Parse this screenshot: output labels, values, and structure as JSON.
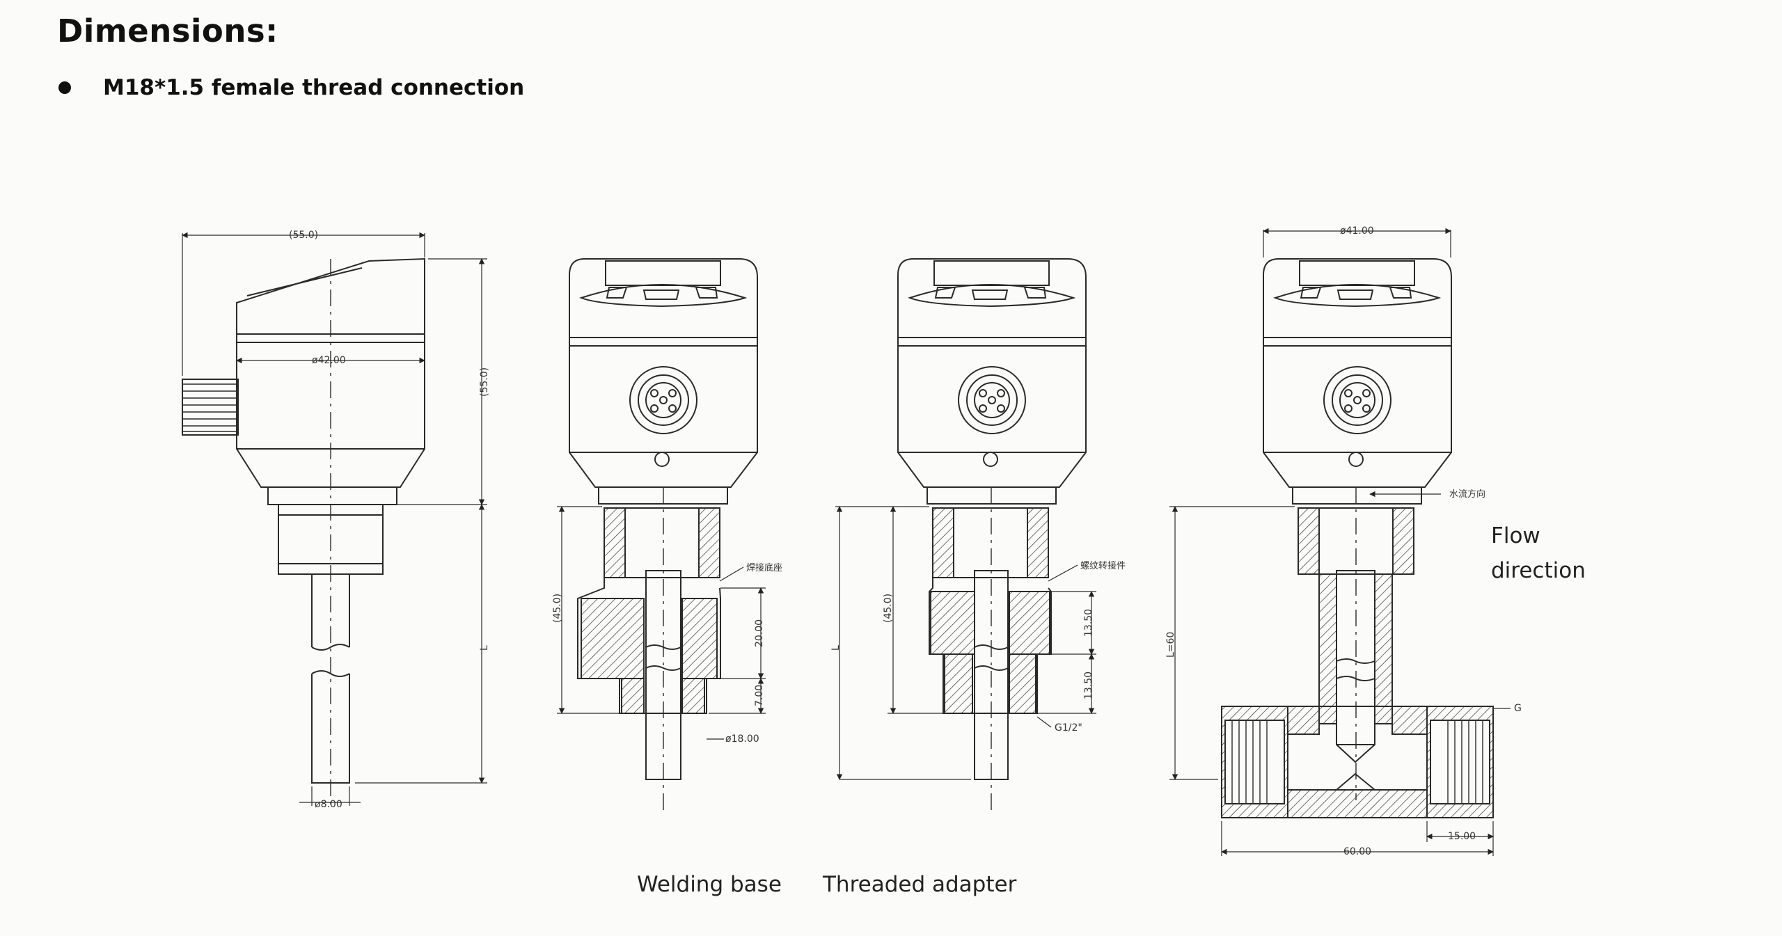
{
  "title": "Dimensions:",
  "bullet": "M18*1.5 female thread connection",
  "dims": {
    "w55": "(55.0)",
    "d42": "ø42.00",
    "h55": "(55.0)",
    "L1": "L",
    "d8": "ø8.00",
    "h45a": "(45.0)",
    "d20": "20.00",
    "d7": "7.00",
    "d18": "ø18.00",
    "weld_cn": "焊接底座",
    "h45b": "(45.0)",
    "L2": "L",
    "d13a": "13.50",
    "d13b": "13.50",
    "g12": "G1/2\"",
    "thread_cn": "螺纹转接件",
    "d41": "ø41.00",
    "flow_cn": "水流方向",
    "L60": "L=60",
    "G": "G",
    "d60": "60.00",
    "d15": "15.00"
  },
  "labels": {
    "flow1": "Flow",
    "flow2": "direction",
    "welding": "Welding base",
    "threaded": "Threaded adapter"
  },
  "colors": {
    "line": "#2a2a2a",
    "background": "#fbfcf9"
  }
}
